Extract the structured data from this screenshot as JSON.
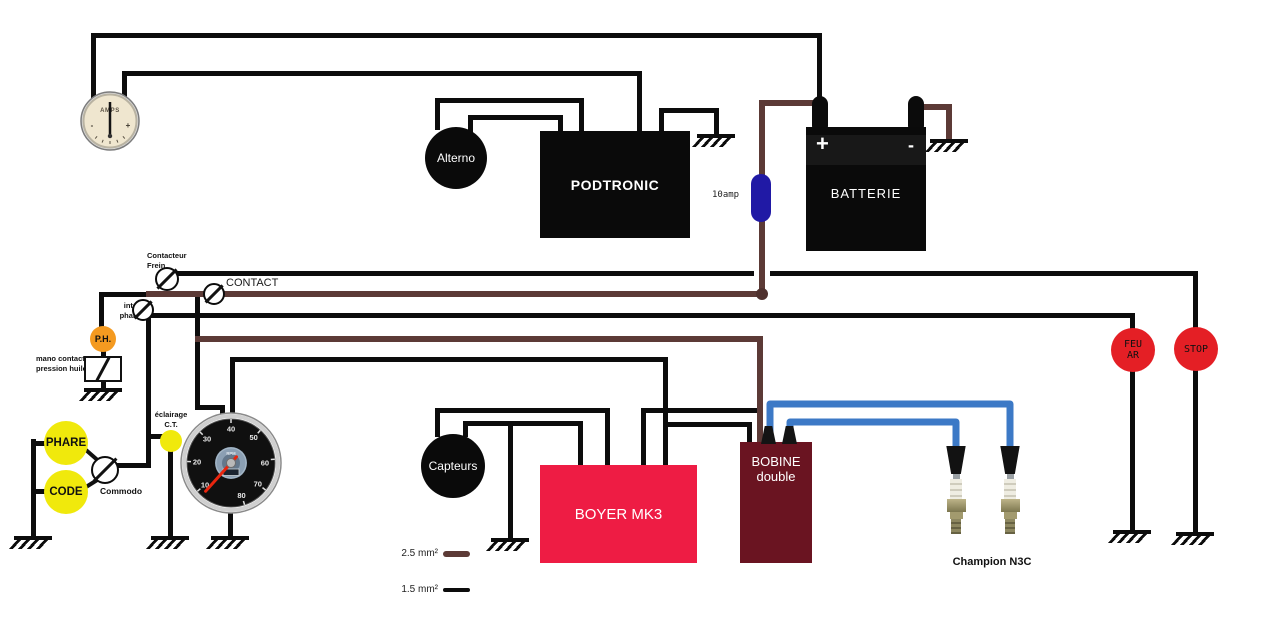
{
  "labels": {
    "ammeter": "AMPS",
    "ammeter_minus": "-",
    "ammeter_plus": "+",
    "alterno": "Alterno",
    "podtronic": "PODTRONIC",
    "fuse": "10amp",
    "batterie": "BATTERIE",
    "battery_plus": "+",
    "battery_minus": "-",
    "contacteur_frein_l1": "Contacteur",
    "contacteur_frein_l2": "Frein",
    "contact": "CONTACT",
    "inter_phare_l1": "inter",
    "inter_phare_l2": "phare",
    "ph": "P.H.",
    "mano_l1": "mano contact",
    "mano_l2": "pression huile",
    "phare": "PHARE",
    "code": "CODE",
    "commodo": "Commodo",
    "eclairage_l1": "éclairage",
    "eclairage_l2": "C.T.",
    "capteurs": "Capteurs",
    "boyer": "BOYER MK3",
    "bobine_l1": "BOBINE",
    "bobine_l2": "double",
    "feu_ar_l1": "FEU",
    "feu_ar_l2": "AR",
    "stop": "STOP",
    "champion": "Champion N3C",
    "legend_25": "2.5 mm²",
    "legend_15": "1.5 mm²"
  },
  "tach": {
    "rpm": "RPM",
    "ticks": [
      "10",
      "20",
      "30",
      "40",
      "50",
      "60",
      "70",
      "80"
    ]
  },
  "colors": {
    "wire_black": "#0c0c0c",
    "wire_brown": "#5c3a36",
    "cable_blue": "#3c79c6",
    "fuse_blue": "#2019a5",
    "boyer_red": "#ee1c44",
    "bobine_maroon": "#6a1421",
    "lamp_red": "#e41f25",
    "lamp_yellow": "#f0e90c",
    "lamp_orange": "#f49a20"
  }
}
